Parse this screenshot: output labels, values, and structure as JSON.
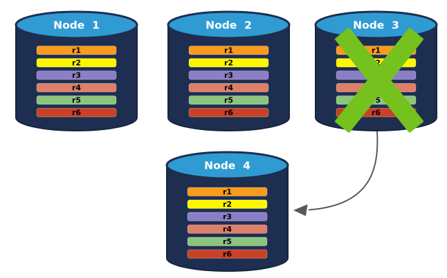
{
  "background": "#FFFFFF",
  "colors": {
    "body": "#1D2E50",
    "lid": "#2F9BD2",
    "title_text": "#FFFFFF",
    "row_label_text": "#000000",
    "failure_x": "#75C11E",
    "arrow": "#595959"
  },
  "nodes": [
    {
      "title": "Node  1",
      "failed": false,
      "rows": [
        {
          "label": "r1",
          "color": "#F99B1C"
        },
        {
          "label": "r2",
          "color": "#FFF500"
        },
        {
          "label": "r3",
          "color": "#8C7EC6"
        },
        {
          "label": "r4",
          "color": "#DD7F69"
        },
        {
          "label": "r5",
          "color": "#8CC47E"
        },
        {
          "label": "r6",
          "color": "#C94126"
        }
      ]
    },
    {
      "title": "Node  2",
      "failed": false,
      "rows": [
        {
          "label": "r1",
          "color": "#F99B1C"
        },
        {
          "label": "r2",
          "color": "#FFF500"
        },
        {
          "label": "r3",
          "color": "#8C7EC6"
        },
        {
          "label": "r4",
          "color": "#DD7F69"
        },
        {
          "label": "r5",
          "color": "#8CC47E"
        },
        {
          "label": "r6",
          "color": "#C94126"
        }
      ]
    },
    {
      "title": "Node  3",
      "failed": true,
      "rows": [
        {
          "label": "r1",
          "color": "#F99B1C"
        },
        {
          "label": "r2",
          "color": "#FFF500"
        },
        {
          "label": "r3",
          "color": "#8C7EC6"
        },
        {
          "label": "r4",
          "color": "#DD7F69"
        },
        {
          "label": "r5",
          "color": "#8CC47E"
        },
        {
          "label": "r6",
          "color": "#C94126"
        }
      ]
    },
    {
      "title": "Node  4",
      "failed": false,
      "rows": [
        {
          "label": "r1",
          "color": "#F99B1C"
        },
        {
          "label": "r2",
          "color": "#FFF500"
        },
        {
          "label": "r3",
          "color": "#8C7EC6"
        },
        {
          "label": "r4",
          "color": "#DD7F69"
        },
        {
          "label": "r5",
          "color": "#8CC47E"
        },
        {
          "label": "r6",
          "color": "#C94126"
        }
      ]
    }
  ],
  "failure_marker": {
    "icon": "x-mark",
    "color": "#75C11E"
  },
  "arrow": {
    "color": "#595959"
  }
}
